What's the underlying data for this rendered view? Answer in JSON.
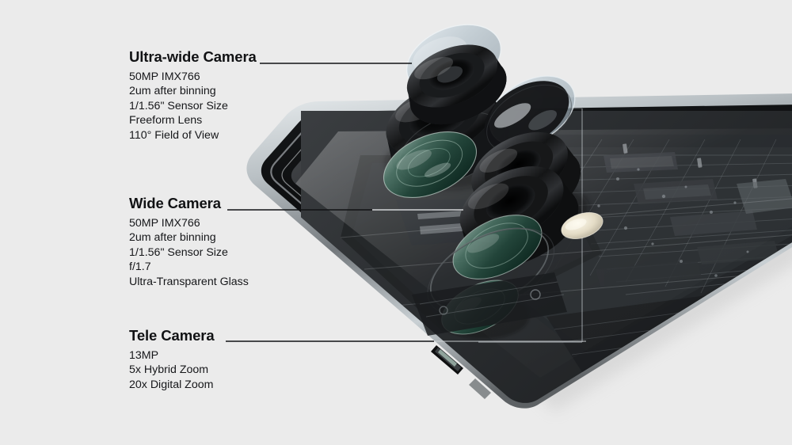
{
  "background_color": "#ebebeb",
  "text_color": "#111214",
  "leader_line_color": "#111214",
  "leader_line_color_over_device": "#e8e8e8",
  "device": {
    "name": "transparent-back-smartphone",
    "body_color": "#2a2c2e",
    "frame_color": "#9aa0a3",
    "lens_barrel_color": "#1a1b1d",
    "lens_coating_color": "#2d4840",
    "glass_plate_color": "#c3cdd4",
    "led_flash_color": "#ddd5c0",
    "overlay_rect_color": "#a8b0b5"
  },
  "callouts": [
    {
      "id": "ultra-wide",
      "title": "Ultra-wide Camera",
      "specs": [
        "50MP IMX766",
        "2um after binning",
        "1/1.56\" Sensor Size",
        "Freeform Lens",
        "110° Field of View"
      ]
    },
    {
      "id": "wide",
      "title": "Wide Camera",
      "specs": [
        "50MP IMX766",
        "2um after binning",
        "1/1.56\" Sensor Size",
        "f/1.7",
        "Ultra-Transparent Glass"
      ]
    },
    {
      "id": "tele",
      "title": "Tele Camera",
      "specs": [
        "13MP",
        "5x Hybrid Zoom",
        "20x Digital Zoom"
      ]
    }
  ]
}
